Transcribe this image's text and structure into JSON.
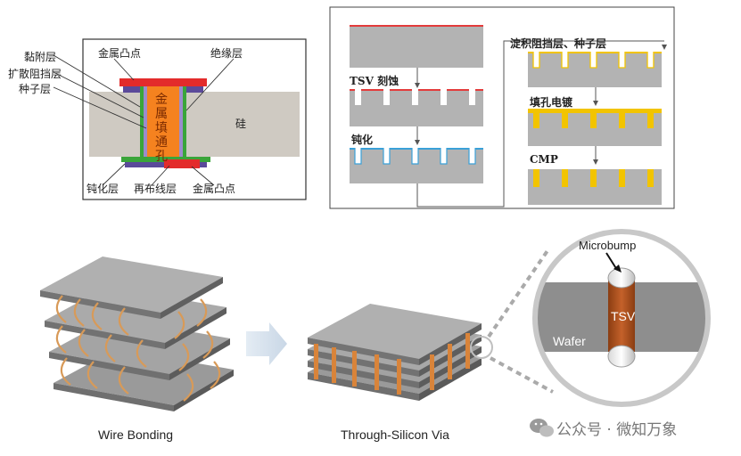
{
  "cross_section": {
    "labels": {
      "metal_bump_top": "金属凸点",
      "adhesion_layer": "黏附层",
      "diffusion_barrier": "扩散阻挡层",
      "seed_layer": "种子层",
      "insulation_layer": "绝缘层",
      "silicon": "硅",
      "metal_fill_via": "金属填通孔",
      "passivation_layer": "钝化层",
      "redistribution_layer": "再布线层",
      "metal_bump_bottom": "金属凸点"
    }
  },
  "process_flow": {
    "steps": {
      "tsv_etch": "TSV 刻蚀",
      "passivation": "钝化",
      "barrier_seed_deposition": "淀积阻挡层、种子层",
      "via_plating": "填孔电镀",
      "cmp": "CMP"
    }
  },
  "stacking": {
    "microbump_label": "Microbump",
    "tsv_label": "TSV",
    "wafer_label": "Wafer",
    "wire_bonding_caption": "Wire Bonding",
    "tsv_caption": "Through-Silicon Via"
  },
  "watermark": {
    "text": "公众号 · 微知万象"
  },
  "colors": {
    "metal_fill": "#f5821f",
    "bump_red": "#e02020",
    "purple_layer": "#6a4fa0",
    "green_layer": "#3aa53a",
    "silicon_gray": "#c8c8c8",
    "plating_yellow": "#f2c400",
    "tsv_brown": "#b5541c"
  }
}
